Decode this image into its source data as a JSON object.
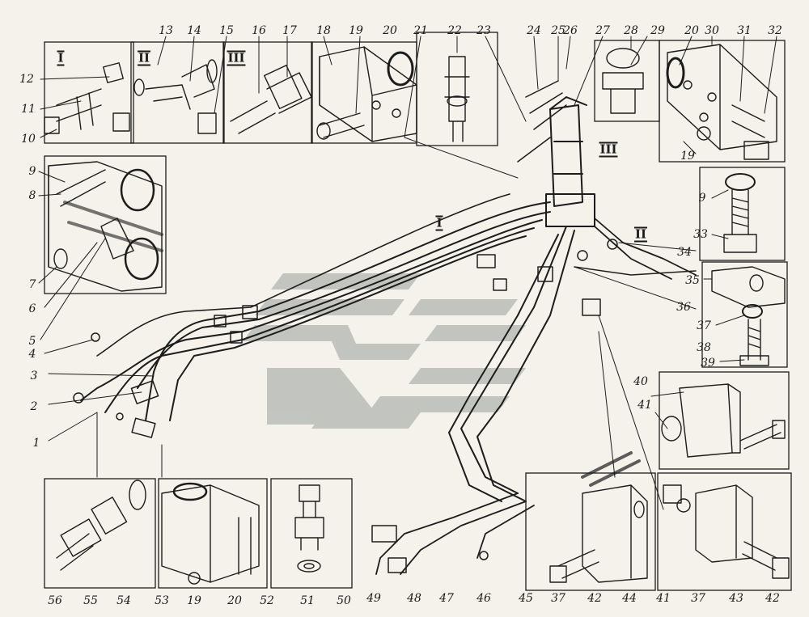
{
  "diagram": {
    "watermark_color": "#9aa29c",
    "ink_color": "#1c1c1c",
    "callouts": {
      "n1": "1",
      "n2": "2",
      "n3": "3",
      "n4": "4",
      "n5": "5",
      "n6": "6",
      "n7": "7",
      "n8": "8",
      "n9_left": "9",
      "n9_right": "9",
      "n10": "10",
      "n11": "11",
      "n12": "12",
      "n13": "13",
      "n14": "14",
      "n15": "15",
      "n16": "16",
      "n17": "17",
      "n18": "18",
      "n19_top": "19",
      "n19_right": "19",
      "n19_bottom": "19",
      "n20_top": "20",
      "n20_right": "20",
      "n20_bottom": "20",
      "n21": "21",
      "n22": "22",
      "n23": "23",
      "n24": "24",
      "n25": "25",
      "n26": "26",
      "n27": "27",
      "n28": "28",
      "n29": "29",
      "n30": "30",
      "n31": "31",
      "n32": "32",
      "n33": "33",
      "n34": "34",
      "n35": "35",
      "n36": "36",
      "n37_right": "37",
      "n37_bottom1": "37",
      "n37_bottom2": "37",
      "n38": "38",
      "n39": "39",
      "n40": "40",
      "n41_right": "41",
      "n41_bottom": "41",
      "n42_a": "42",
      "n42_b": "42",
      "n43": "43",
      "n44": "44",
      "n45": "45",
      "n46": "46",
      "n47": "47",
      "n48": "48",
      "n49": "49",
      "n50": "50",
      "n51": "51",
      "n52": "52",
      "n53": "53",
      "n54": "54",
      "n55": "55",
      "n56": "56"
    },
    "views": {
      "inset_I": "I",
      "inset_II": "II",
      "inset_III": "III",
      "main_I": "I",
      "main_II": "II",
      "main_III": "III"
    }
  }
}
